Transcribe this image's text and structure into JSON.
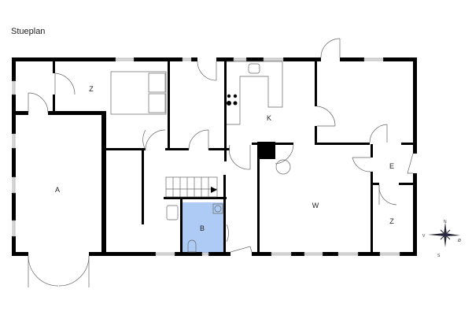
{
  "title": "Stueplan",
  "rooms": {
    "garage": "A",
    "bedroom_1": "Z",
    "kitchen": "K",
    "living": "W",
    "entry": "E",
    "bedroom_2": "Z",
    "bathroom": "B"
  },
  "compass": {
    "north": "N",
    "west": "V",
    "east": "Ø",
    "south": "S"
  },
  "colors": {
    "walls": "#000000",
    "bathroom": "#aecbf5",
    "windows": "#dddddd"
  }
}
